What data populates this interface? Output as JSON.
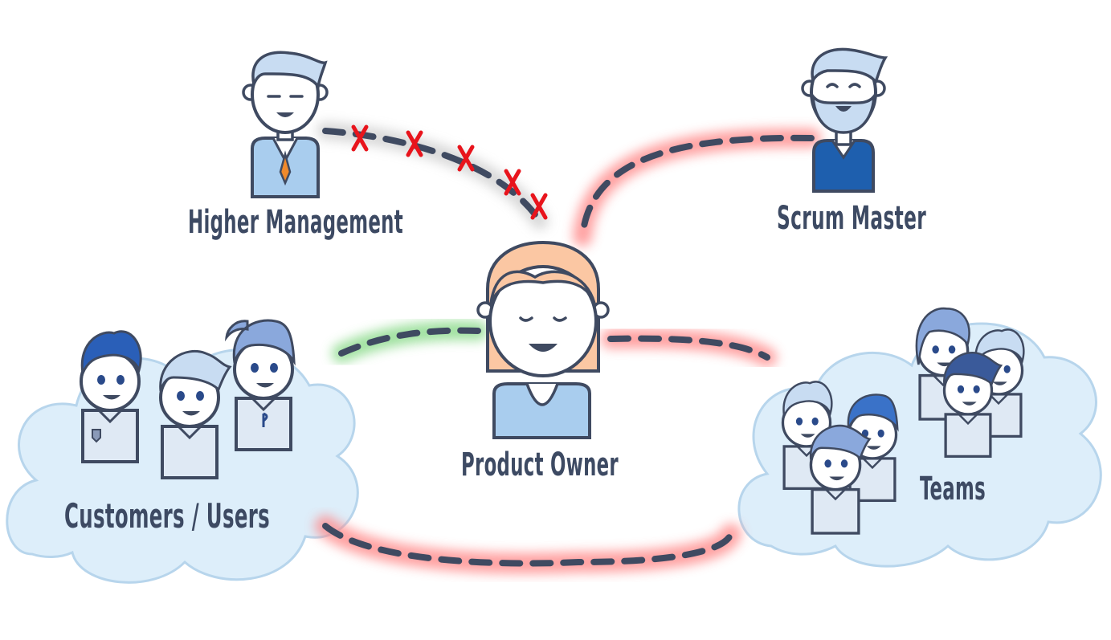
{
  "diagram": {
    "roles": [
      {
        "id": "higher-management",
        "label": "Higher Management"
      },
      {
        "id": "scrum-master",
        "label": "Scrum Master"
      },
      {
        "id": "product-owner",
        "label": "Product Owner"
      },
      {
        "id": "customers-users",
        "label": "Customers / Users"
      },
      {
        "id": "teams",
        "label": "Teams"
      }
    ],
    "connections": [
      {
        "from": "higher-management",
        "to": "product-owner",
        "status": "blocked",
        "glow": "gray",
        "marker": "x"
      },
      {
        "from": "scrum-master",
        "to": "product-owner",
        "status": "strained",
        "glow": "red"
      },
      {
        "from": "customers-users",
        "to": "product-owner",
        "status": "good",
        "glow": "green"
      },
      {
        "from": "product-owner",
        "to": "teams",
        "status": "strained",
        "glow": "red"
      },
      {
        "from": "customers-users",
        "to": "teams",
        "status": "strained",
        "glow": "red"
      }
    ]
  },
  "colors": {
    "line": "#3f4a61",
    "glow_red": "#ff8a8a",
    "glow_green": "#8fdc8f",
    "glow_gray": "#c8c8c8",
    "cross": "#e8141c",
    "cloud_fill": "#ddeefa",
    "cloud_stroke": "#b7d5ec",
    "shirt": "#a9cdee",
    "hair_light": "#c8dcf2",
    "hair_blue": "#8aa8dc",
    "hair_dark": "#3a5a9a",
    "product_owner_hair": "#fbc7a3"
  }
}
